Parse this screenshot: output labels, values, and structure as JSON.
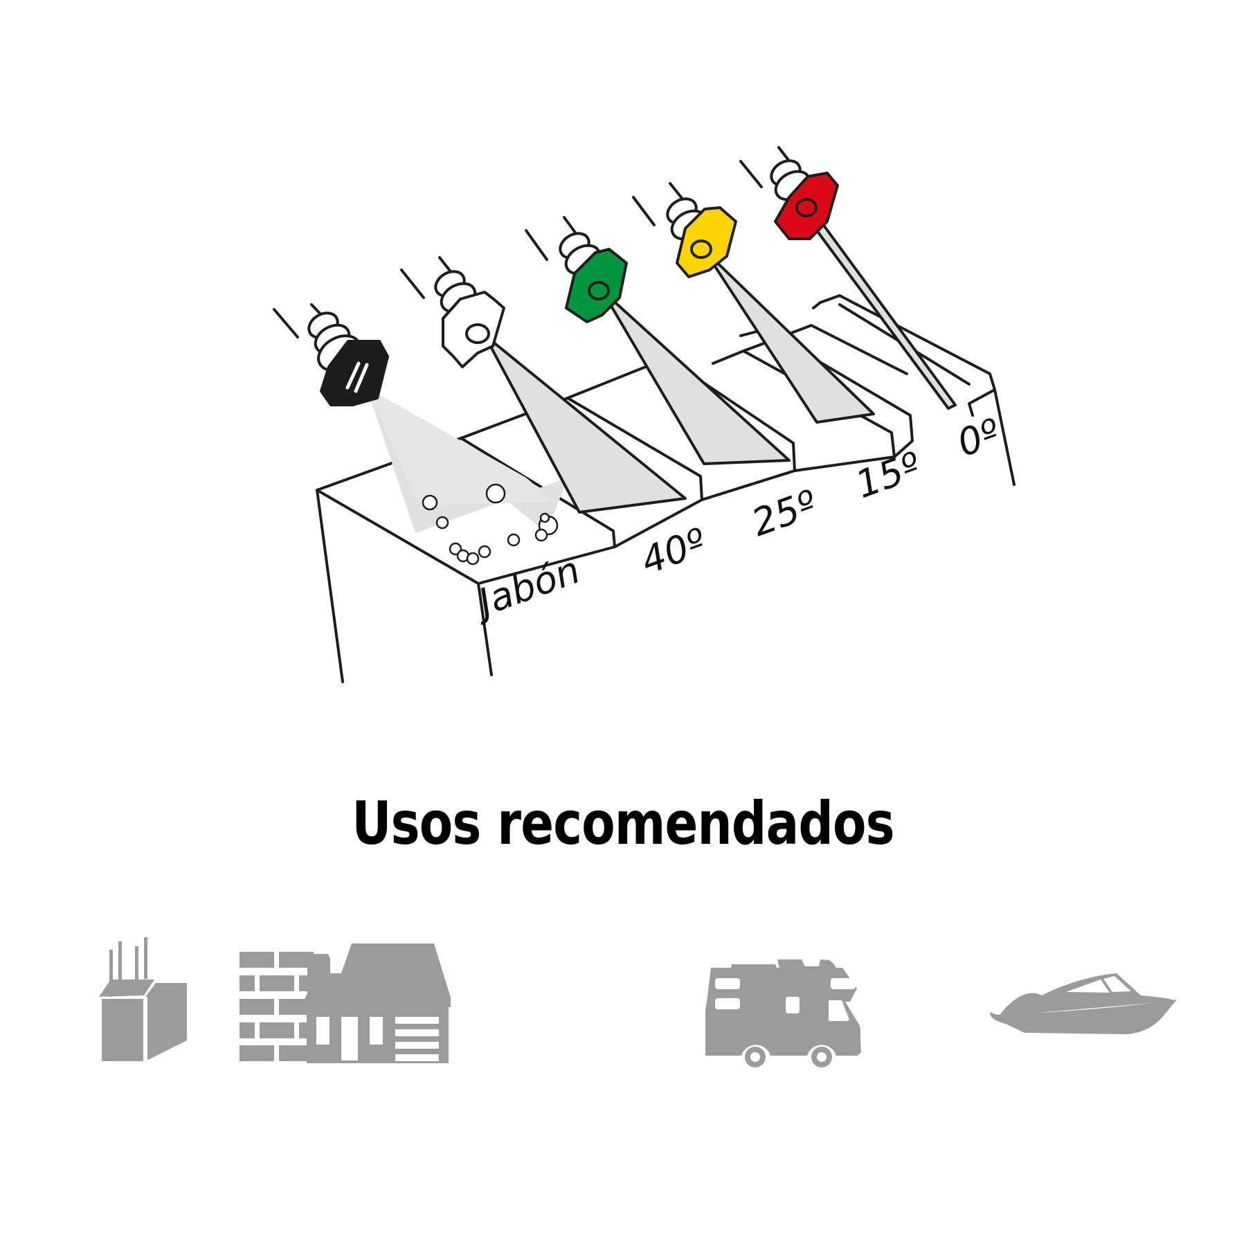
{
  "diagram": {
    "description": "Pressure washer nozzle spray angles",
    "nozzles": [
      {
        "label": "Jabón",
        "color": "#1d1d1b",
        "type": "soap"
      },
      {
        "label": "40º",
        "color": "#ffffff",
        "type": "fan"
      },
      {
        "label": "25º",
        "color": "#009640",
        "type": "fan"
      },
      {
        "label": "15º",
        "color": "#ffd500",
        "type": "fan"
      },
      {
        "label": "0º",
        "color": "#d90a16",
        "type": "jet"
      }
    ],
    "spray_color": "#e0e0e0",
    "outline_color": "#1d1d1b"
  },
  "section_title": "Usos recomendados",
  "uses": [
    {
      "name": "concrete-block",
      "icon": "concrete-block-with-rebar-icon"
    },
    {
      "name": "brick-wall",
      "icon": "brick-wall-icon"
    },
    {
      "name": "house",
      "icon": "house-icon"
    },
    {
      "name": "motorhome",
      "icon": "motorhome-icon"
    },
    {
      "name": "boat",
      "icon": "boat-icon"
    }
  ],
  "icon_color": "#9b9b9b"
}
